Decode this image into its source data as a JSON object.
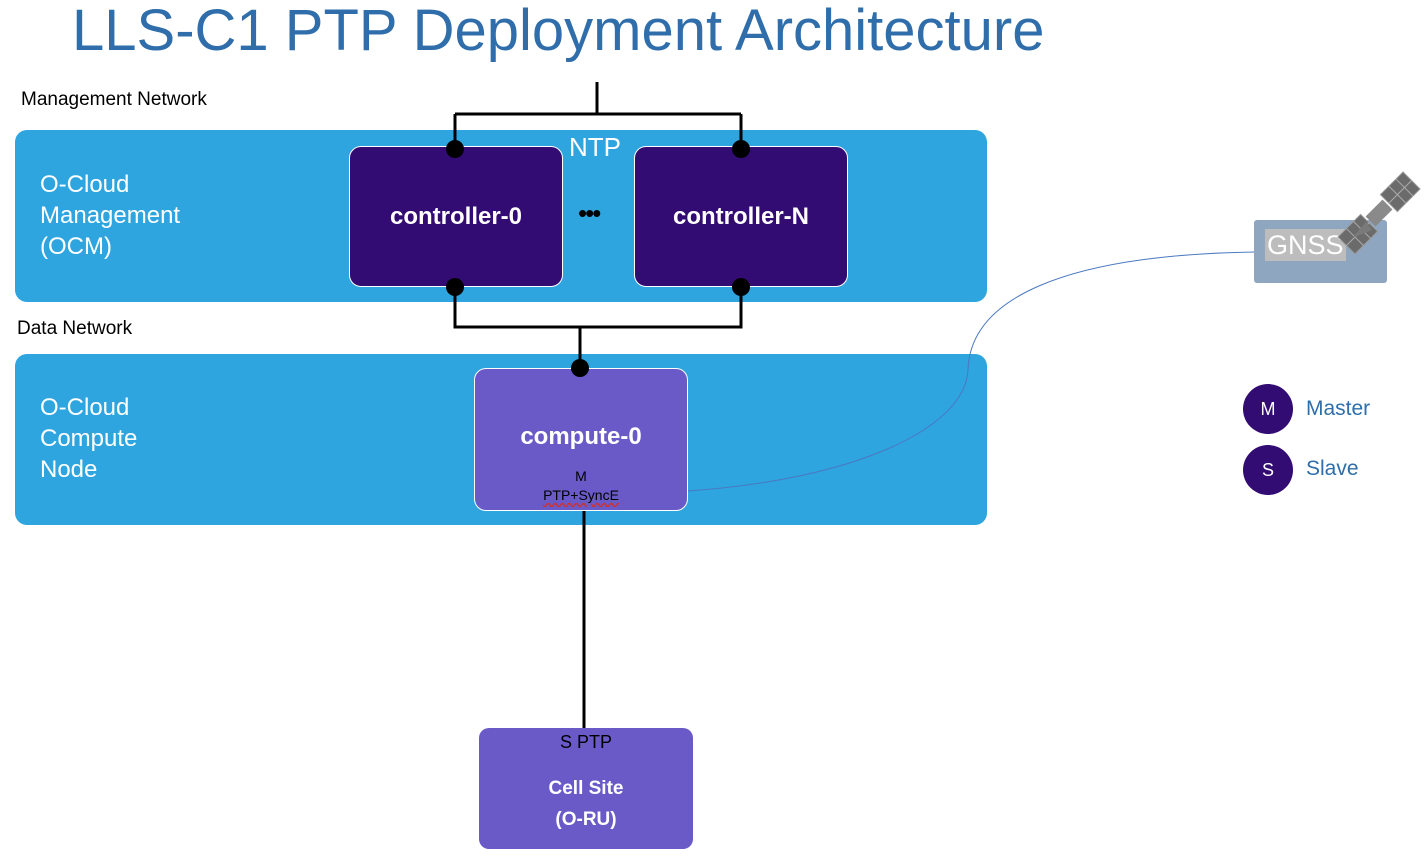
{
  "title": "LLS-C1 PTP Deployment Architecture",
  "management_network": {
    "label": "Management Network",
    "band_label": "O-Cloud\nManagement\n(OCM)",
    "ntp_label": "NTP",
    "controllers": [
      "controller-0",
      "controller-N"
    ],
    "ellipsis": "•••"
  },
  "data_network": {
    "label": "Data Network",
    "band_label": "O-Cloud\nCompute\nNode",
    "compute": {
      "name": "compute-0",
      "role": "M",
      "protocol": "PTP+SyncE"
    }
  },
  "cell_site": {
    "role_line": "S PTP",
    "name_line1": "Cell Site",
    "name_line2": "(O-RU)"
  },
  "gnss": {
    "label": "GNSS",
    "icon": "satellite-icon"
  },
  "legend": [
    {
      "symbol": "M",
      "label": "Master"
    },
    {
      "symbol": "S",
      "label": "Slave"
    }
  ],
  "colors": {
    "title": "#2f6eaa",
    "band": "#2fa5e0",
    "controller": "#320b73",
    "compute": "#6a5ac8",
    "gnss_box": "#8ea6c0",
    "link_line": "#000000",
    "gnss_link": "#4a78c0"
  }
}
